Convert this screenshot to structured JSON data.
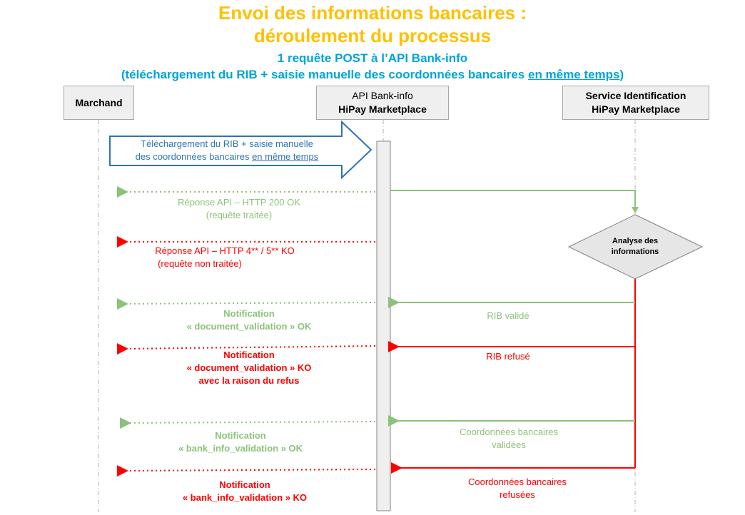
{
  "title": {
    "line1": "Envoi des informations bancaires :",
    "line2": "déroulement du processus"
  },
  "subtitle": {
    "line1": "1 requête POST à l’API Bank-info",
    "line2_pre": "(téléchargement du RIB + saisie manuelle des coordonnées bancaires ",
    "line2_u": "en même temps",
    "line2_post": ")"
  },
  "actors": {
    "merchant": "Marchand",
    "api_line1": "API Bank-info",
    "api_line2": "HiPay Marketplace",
    "service_line1": "Service Identification",
    "service_line2": "HiPay Marketplace"
  },
  "request": {
    "line1": "Téléchargement du RIB + saisie manuelle",
    "line2_pre": "des coordonnées bancaires ",
    "line2_u": "en même temps"
  },
  "decision": {
    "line1": "Analyse des",
    "line2": "informations"
  },
  "messages": {
    "resp_ok_1": "Réponse API – HTTP 200 OK",
    "resp_ok_2": "(requête traitée)",
    "resp_ko_1": "Réponse API – HTTP 4** / 5** KO",
    "resp_ko_2": "(requête non traitée)",
    "rib_ok": "RIB validé",
    "rib_ko": "RIB refusé",
    "notif_doc_ok_1": "Notification",
    "notif_doc_ok_2": "« document_validation » OK",
    "notif_doc_ko_1": "Notification",
    "notif_doc_ko_2": "« document_validation » KO",
    "notif_doc_ko_3": "avec la raison du refus",
    "bank_ok_1": "Coordonnées bancaires",
    "bank_ok_2": "validées",
    "bank_ko_1": "Coordonnées bancaires",
    "bank_ko_2": "refusées",
    "notif_bank_ok_1": "Notification",
    "notif_bank_ok_2": "« bank_info_validation » OK",
    "notif_bank_ko_1": "Notification",
    "notif_bank_ko_2": "« bank_info_validation » KO"
  },
  "colors": {
    "title": "#FFC000",
    "subtitle": "#00A3DA",
    "green": "#8CC27A",
    "red": "#FF0000",
    "request_blue": "#2E74B5"
  }
}
